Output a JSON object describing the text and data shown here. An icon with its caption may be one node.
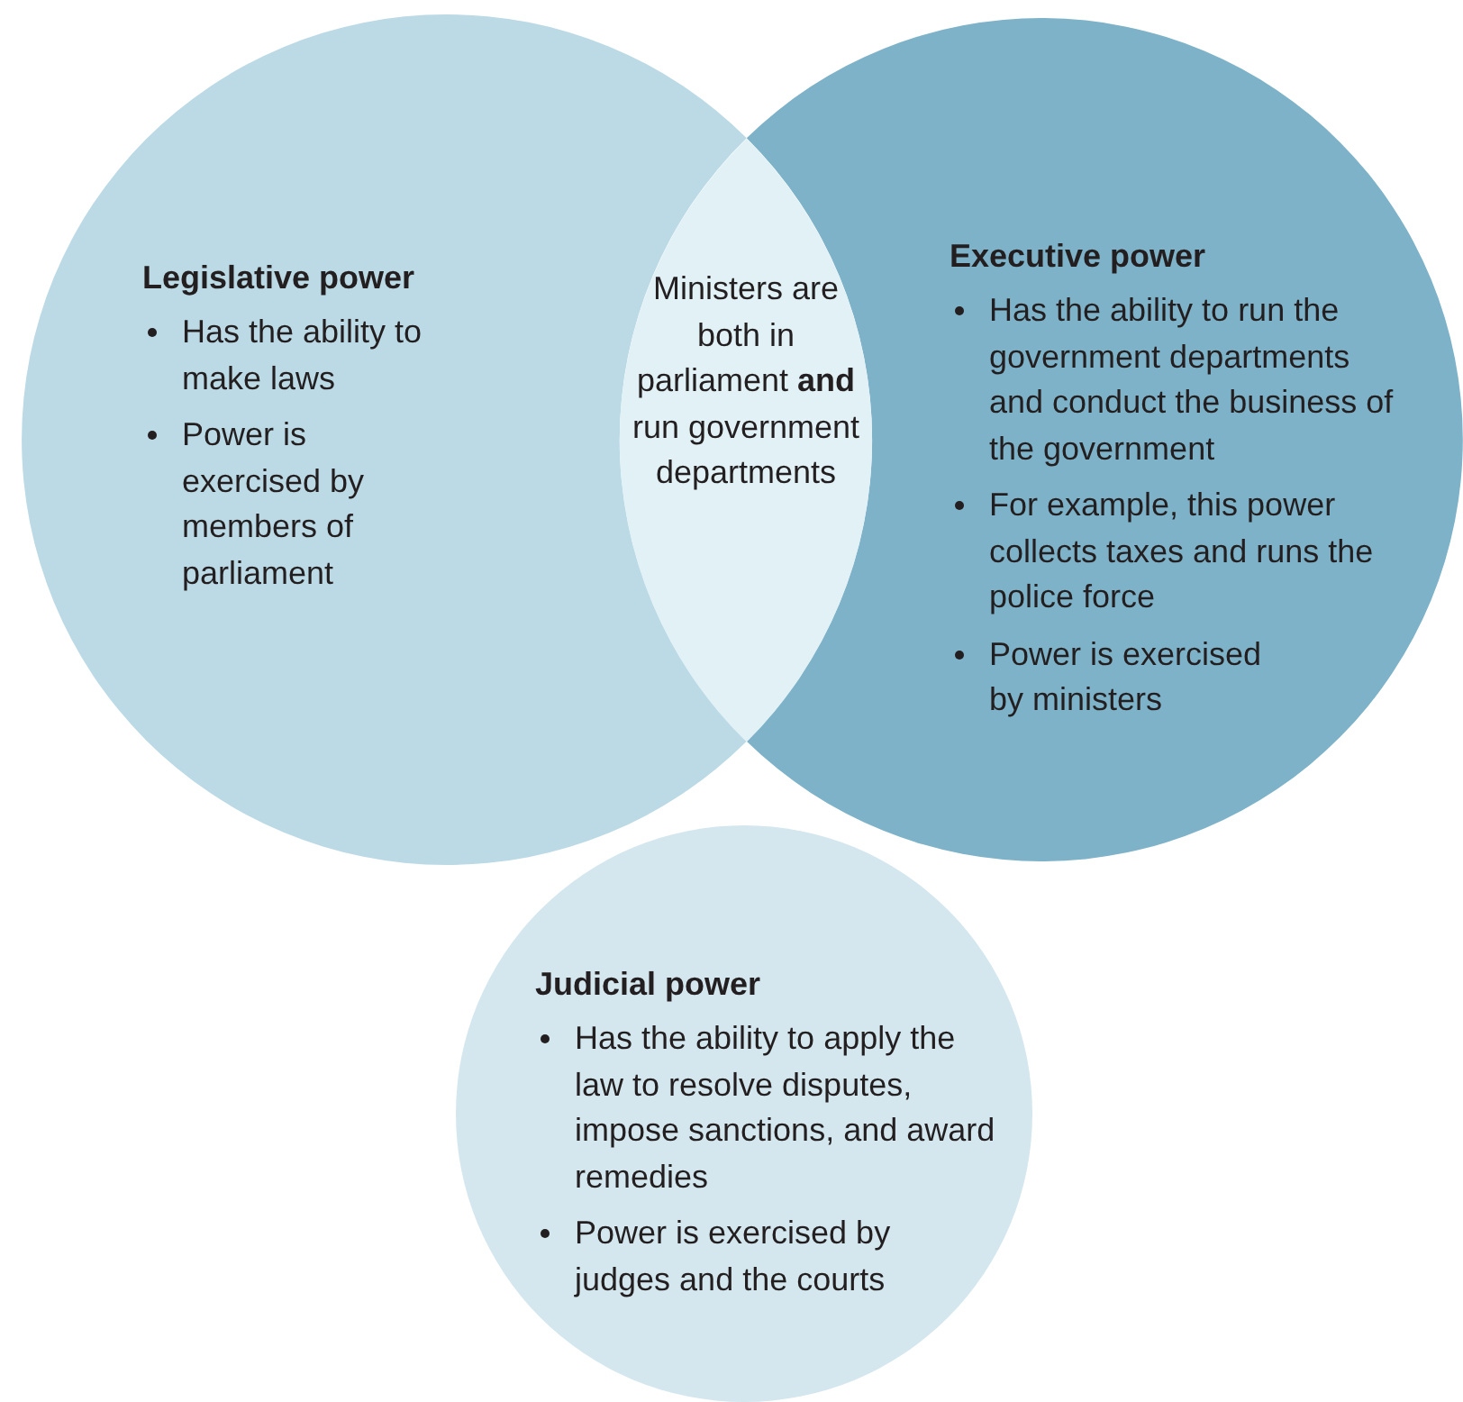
{
  "diagram": {
    "nodes": [
      {
        "text": [
          "Legislative power",
          "Has the ability to make laws",
          "Power is exercised by members of parliament"
        ]
      },
      {
        "text": [
          "Executive power",
          "Has the ability to run the government departments and conduct the business of the government",
          "For example, this power collects taxes and runs the police force",
          "Power is exercised by ministers"
        ]
      },
      {
        "text": [
          "Ministers are both in parliament **and** run government departments"
        ]
      },
      {
        "text": [
          "Judicial power",
          "Has the ability to apply the law to resolve disputes, impose sanctions, and award remedies",
          "Power is exercised by judges and the courts"
        ]
      }
    ]
  }
}
